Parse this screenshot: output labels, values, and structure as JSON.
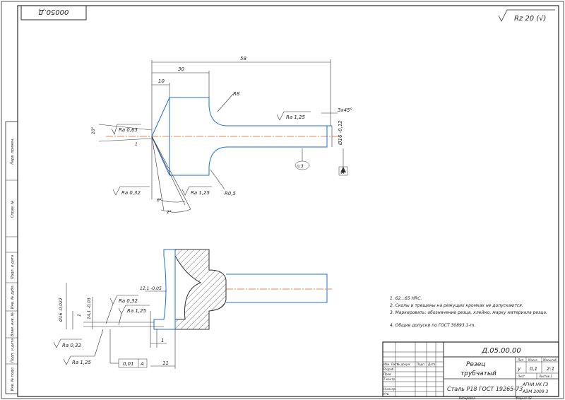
{
  "drawing": {
    "top_code": "00050.Д",
    "roughness_default": "Rz 20 (√)"
  },
  "top_view": {
    "dims": {
      "total_length": "58",
      "length_30": "30",
      "length_10": "10",
      "radius_r8": "R8",
      "radius_r05": "R0,5",
      "shank_roughness": "Ra 1,25",
      "chamfer": "3х45°",
      "diameter": "Ø16 -0,12",
      "angle_10": "10°",
      "angle_6": "6°",
      "angle_2": "2°",
      "ra_063": "Ra 0,63",
      "ra_032": "Ra 0,32",
      "ra_125": "Ra 1,25",
      "note_ref": "п.3",
      "small_1": "1",
      "view_letter": "A"
    }
  },
  "bottom_view": {
    "dims": {
      "dia_left": "Ø16 -0,022",
      "dim_12": "12,1 -0,05",
      "dim_14": "14,1 -0,03",
      "ra_032_a": "Ra 0,32",
      "ra_125_a": "Ra 1,25",
      "ra_032_b": "Ra 0,32",
      "ra_125_b": "Ra 1,25",
      "tolerance_value": "0,01",
      "tolerance_datum": "A",
      "len_1": "1",
      "len_11": "11",
      "small_1": "1"
    }
  },
  "notes": {
    "items": [
      "1. 62...65 HRC.",
      "2. Сколы и трещины на режущих кромках не допускаются.",
      "3. Маркировать: обозначение резца, клеймо, марку материала резца.",
      "4. Общие допуски по ГОСТ 30893.1-m."
    ]
  },
  "title_block": {
    "designation": "Д.05.00.00",
    "name_line1": "Резец",
    "name_line2": "трубчатый",
    "material": "Сталь Р18 ГОСТ 19265-73",
    "col_lit": "Лит.",
    "col_mass": "Масса",
    "col_scale": "Масштаб",
    "mass_value": "0,1",
    "scale_value": "2:1",
    "lit_value": "у",
    "sheet_label": "Лист",
    "sheets_label": "Листов  1",
    "org_line1": "АГНИ НК ГЗ",
    "org_line2": "АЭМ 2009 3",
    "row_labels": [
      "Изм. Лист",
      "№ докум.",
      "Подп.",
      "Дата"
    ],
    "people_labels": [
      "Разраб.",
      "Пров.",
      "Т.контр.",
      "Н.контр.",
      "Утв."
    ],
    "copy_label": "Копировал",
    "format_label": "Формат    А3"
  },
  "side_strip": {
    "labels": [
      "Перв. примен.",
      "Справ. №",
      "Подп. и дата",
      "Инв. № дубл.",
      "Взам. инв. №",
      "Подп. и дата",
      "Инв. № подл."
    ]
  }
}
